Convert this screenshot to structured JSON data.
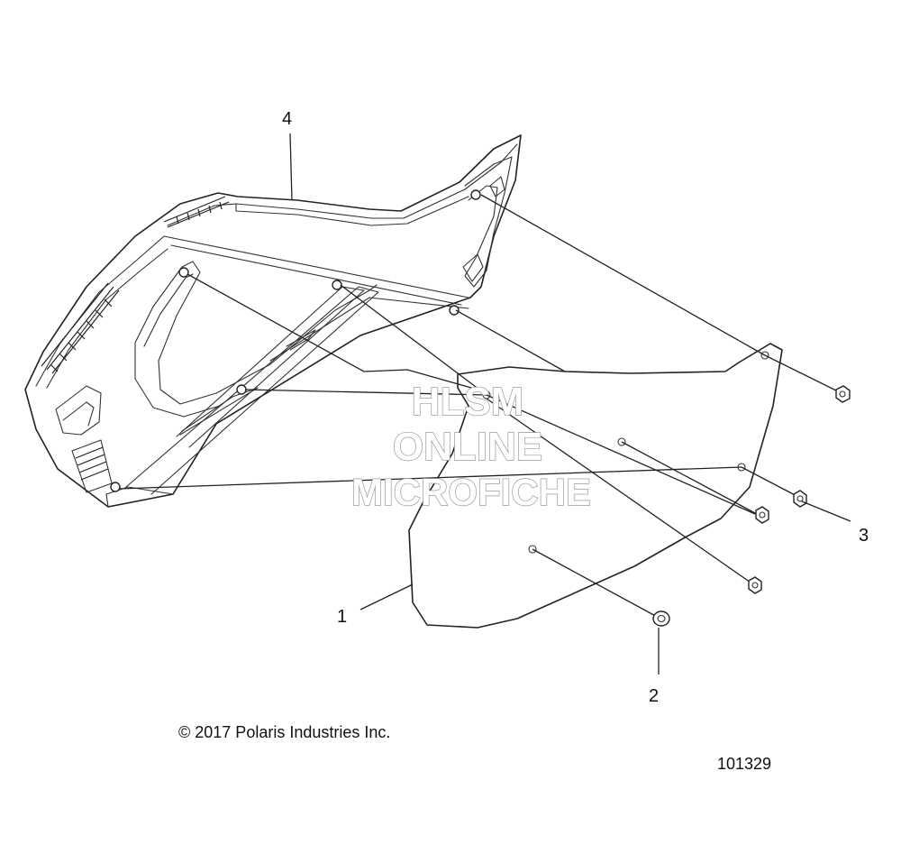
{
  "diagram": {
    "callouts": [
      "1",
      "2",
      "3",
      "4"
    ],
    "watermark": [
      "HLSM",
      "ONLINE",
      "MICROFICHE"
    ],
    "copyright": "© 2017 Polaris Industries Inc.",
    "figure_number": "101329",
    "colors": {
      "line": "#222222",
      "watermark_outline": "#9a9a9a",
      "background": "#ffffff"
    }
  }
}
